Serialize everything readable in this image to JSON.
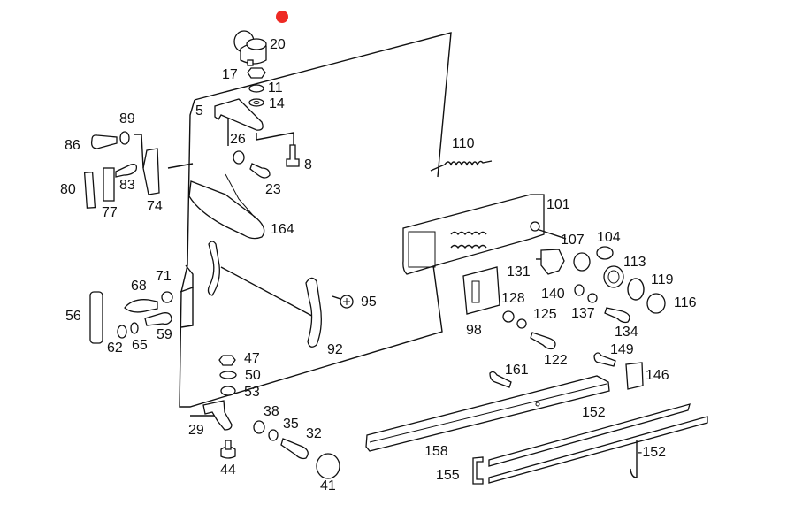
{
  "diagram": {
    "title": "Door lock exploded parts diagram",
    "marker_color": "#ee2a24",
    "line_color": "#111111",
    "part_labels": [
      {
        "id": "p20",
        "text": "20"
      },
      {
        "id": "p17",
        "text": "17"
      },
      {
        "id": "p11",
        "text": "11"
      },
      {
        "id": "p14",
        "text": "14"
      },
      {
        "id": "p5",
        "text": "5"
      },
      {
        "id": "p89",
        "text": "89"
      },
      {
        "id": "p86",
        "text": "86"
      },
      {
        "id": "p26",
        "text": "26"
      },
      {
        "id": "p8",
        "text": "8"
      },
      {
        "id": "p23",
        "text": "23"
      },
      {
        "id": "p80",
        "text": "80"
      },
      {
        "id": "p83",
        "text": "83"
      },
      {
        "id": "p77",
        "text": "77"
      },
      {
        "id": "p74",
        "text": "74"
      },
      {
        "id": "p164",
        "text": "164"
      },
      {
        "id": "p110",
        "text": "110"
      },
      {
        "id": "p101",
        "text": "101"
      },
      {
        "id": "p107",
        "text": "107"
      },
      {
        "id": "p104",
        "text": "104"
      },
      {
        "id": "p113",
        "text": "113"
      },
      {
        "id": "p131",
        "text": "131"
      },
      {
        "id": "p119",
        "text": "119"
      },
      {
        "id": "p116",
        "text": "116"
      },
      {
        "id": "p128",
        "text": "128"
      },
      {
        "id": "p140",
        "text": "140"
      },
      {
        "id": "p137",
        "text": "137"
      },
      {
        "id": "p125",
        "text": "125"
      },
      {
        "id": "p98",
        "text": "98"
      },
      {
        "id": "p134",
        "text": "134"
      },
      {
        "id": "p122",
        "text": "122"
      },
      {
        "id": "p149",
        "text": "149"
      },
      {
        "id": "p146",
        "text": "146"
      },
      {
        "id": "p161",
        "text": "161"
      },
      {
        "id": "p152a",
        "text": "152"
      },
      {
        "id": "p158",
        "text": "158"
      },
      {
        "id": "p152b",
        "text": "-152"
      },
      {
        "id": "p155",
        "text": "155"
      },
      {
        "id": "p71",
        "text": "71"
      },
      {
        "id": "p68",
        "text": "68"
      },
      {
        "id": "p56",
        "text": "56"
      },
      {
        "id": "p59",
        "text": "59"
      },
      {
        "id": "p62",
        "text": "62"
      },
      {
        "id": "p65",
        "text": "65"
      },
      {
        "id": "p95",
        "text": "95"
      },
      {
        "id": "p92",
        "text": "92"
      },
      {
        "id": "p47",
        "text": "47"
      },
      {
        "id": "p50",
        "text": "50"
      },
      {
        "id": "p53",
        "text": "53"
      },
      {
        "id": "p29",
        "text": "29"
      },
      {
        "id": "p38",
        "text": "38"
      },
      {
        "id": "p35",
        "text": "35"
      },
      {
        "id": "p32",
        "text": "32"
      },
      {
        "id": "p44",
        "text": "44"
      },
      {
        "id": "p41",
        "text": "41"
      }
    ]
  }
}
